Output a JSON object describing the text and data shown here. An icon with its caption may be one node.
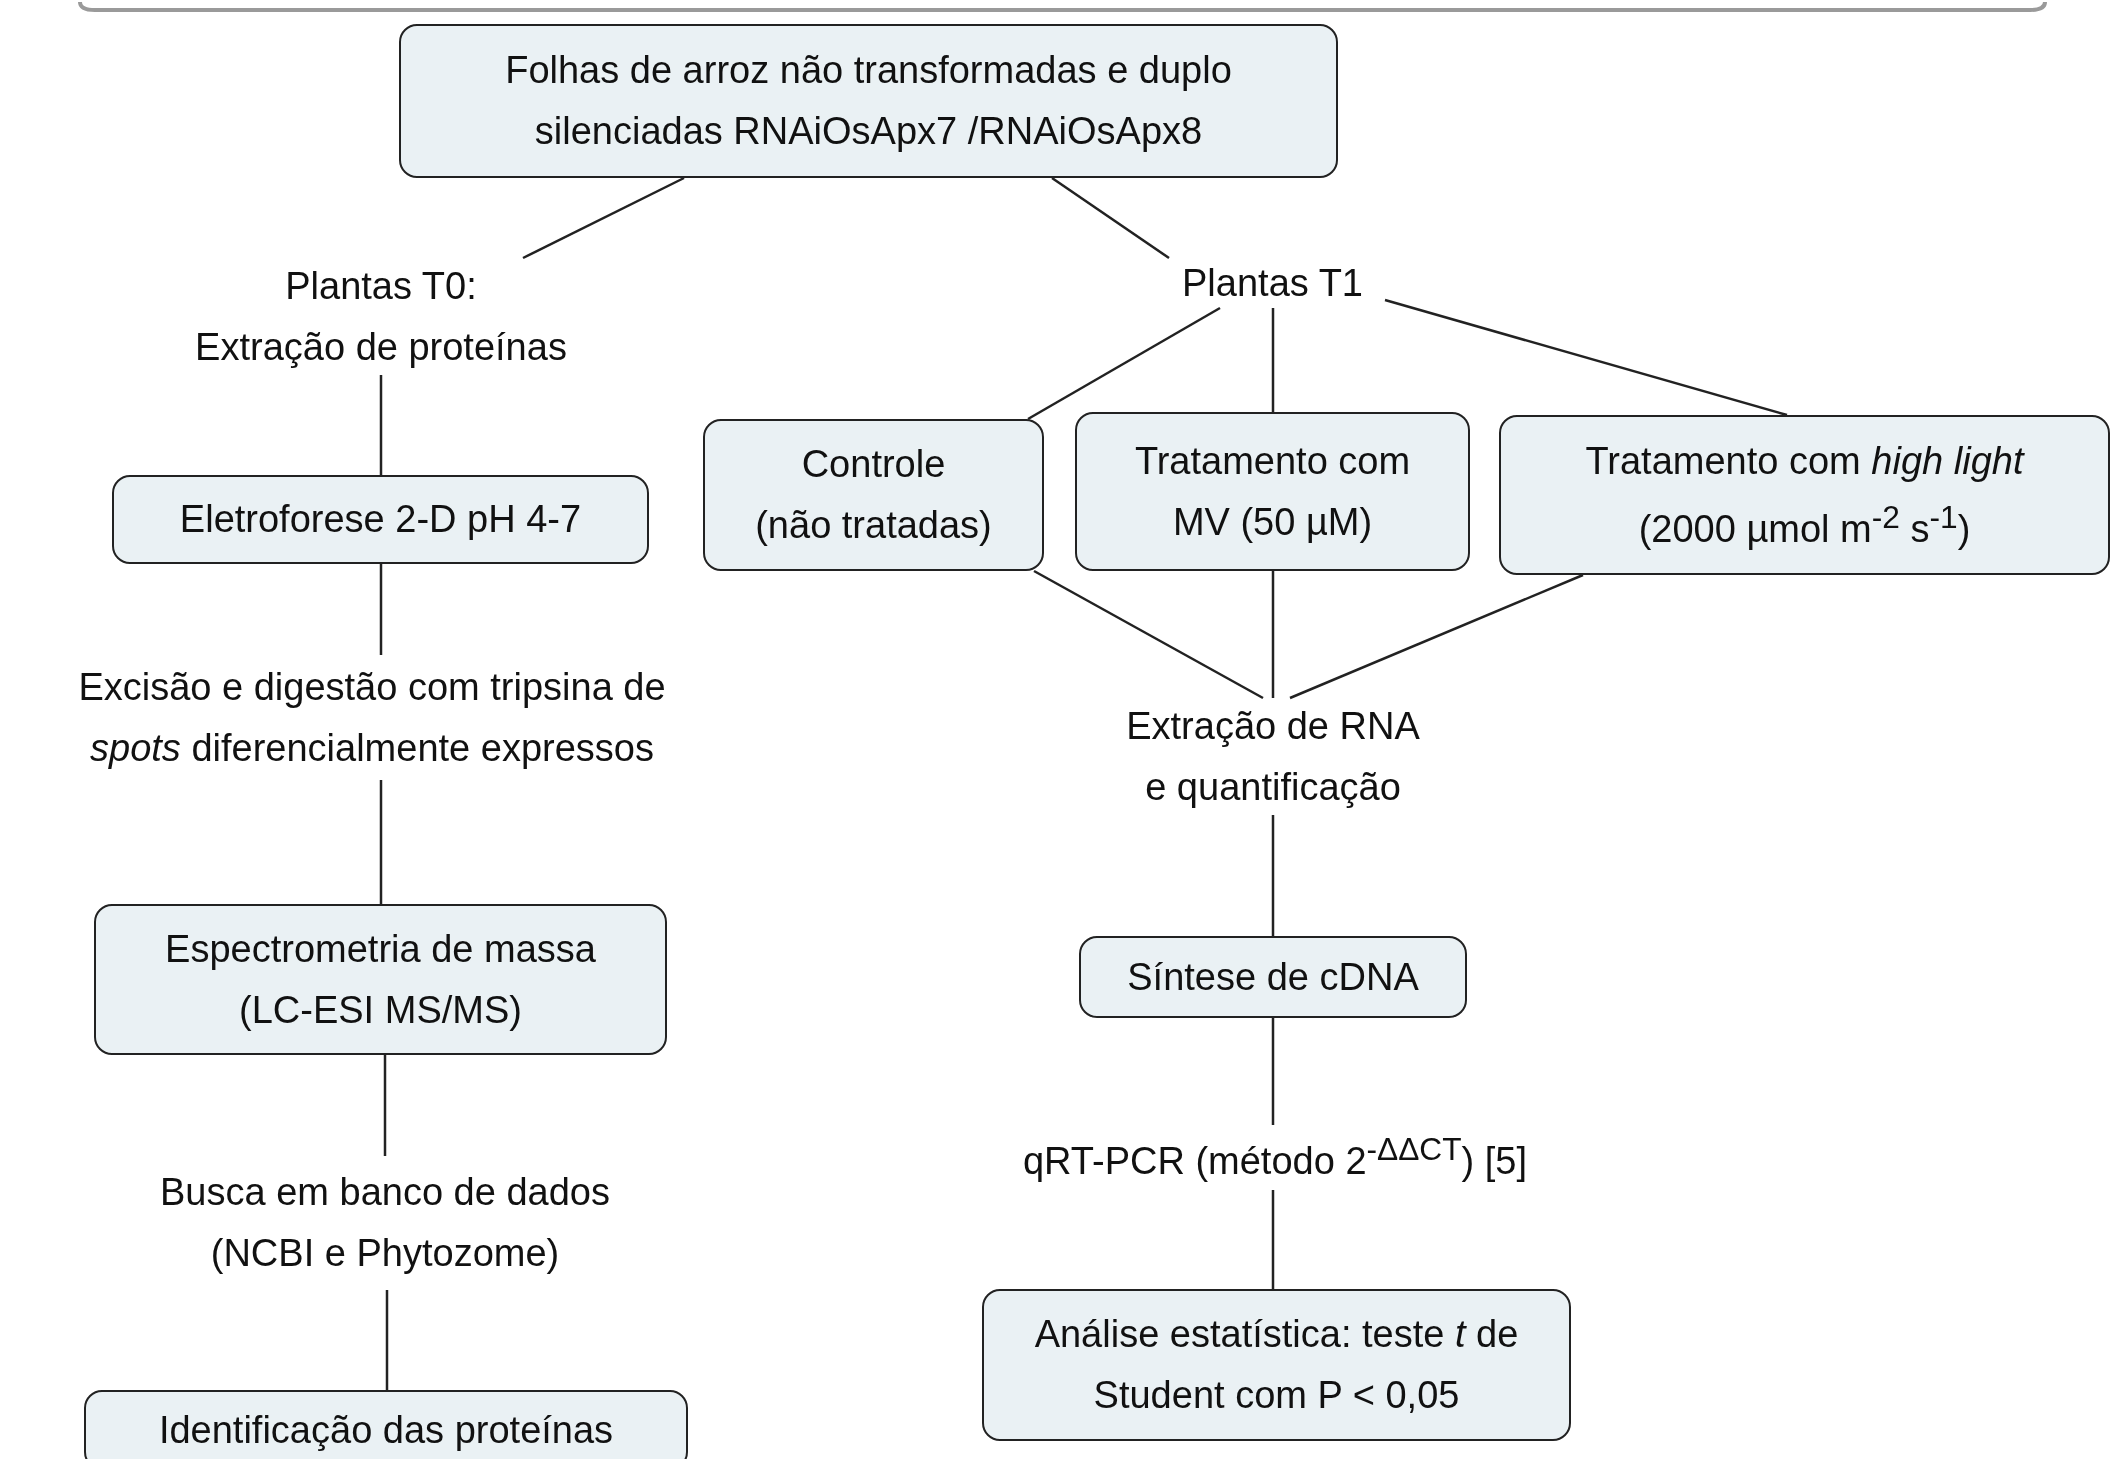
{
  "diagram": {
    "nodes": [
      {
        "text": [
          "Folhas de arroz não transformadas e duplo silenciadas RNAiOsApx7 /RNAiOsApx8"
        ]
      },
      {
        "text": [
          "Plantas T0:",
          "Extração de proteínas"
        ]
      },
      {
        "text": [
          "Plantas T1"
        ]
      },
      {
        "text": [
          "Controle",
          "(não tratadas)"
        ]
      },
      {
        "text": [
          "Tratamento com MV (50 µM)"
        ]
      },
      {
        "text": [
          "Tratamento com *high  light* (2000 µmol m$^{-2}$ s$^{-1}$)"
        ]
      },
      {
        "text": [
          "Eletroforese 2-D pH 4-7"
        ]
      },
      {
        "text": [
          "Excisão e digestão com tripsina de *spots* diferencialmente expressos"
        ]
      },
      {
        "text": [
          "Extração de RNA e quantificação"
        ]
      },
      {
        "text": [
          "Espectrometria de massa (LC-ESI MS/MS)"
        ]
      },
      {
        "text": [
          "Síntese de cDNA"
        ]
      },
      {
        "text": [
          "qRT-PCR (método 2$^{-ΔΔCT}$) [5]"
        ]
      },
      {
        "text": [
          "Busca em banco de dados (NCBI e Phytozome)"
        ]
      },
      {
        "text": [
          "Análise estatística: teste *t* de Student com P < 0,05"
        ]
      },
      {
        "text": [
          "Identificação das proteínas"
        ]
      }
    ],
    "edges": [
      {
        "from": 0,
        "to": 1,
        "arrow": "none"
      },
      {
        "from": 0,
        "to": 2,
        "arrow": "none"
      },
      {
        "from": 1,
        "to": 6,
        "arrow": "none"
      },
      {
        "from": 6,
        "to": 7,
        "arrow": "none"
      },
      {
        "from": 7,
        "to": 9,
        "arrow": "none"
      },
      {
        "from": 9,
        "to": 12,
        "arrow": "none"
      },
      {
        "from": 12,
        "to": 14,
        "arrow": "none"
      },
      {
        "from": 2,
        "to": 3,
        "arrow": "none"
      },
      {
        "from": 2,
        "to": 4,
        "arrow": "none"
      },
      {
        "from": 2,
        "to": 5,
        "arrow": "none"
      },
      {
        "from": 3,
        "to": 8,
        "arrow": "none"
      },
      {
        "from": 4,
        "to": 8,
        "arrow": "none"
      },
      {
        "from": 5,
        "to": 8,
        "arrow": "none"
      },
      {
        "from": 8,
        "to": 10,
        "arrow": "none"
      },
      {
        "from": 10,
        "to": 11,
        "arrow": "none"
      },
      {
        "from": 11,
        "to": 13,
        "arrow": "none"
      }
    ]
  }
}
